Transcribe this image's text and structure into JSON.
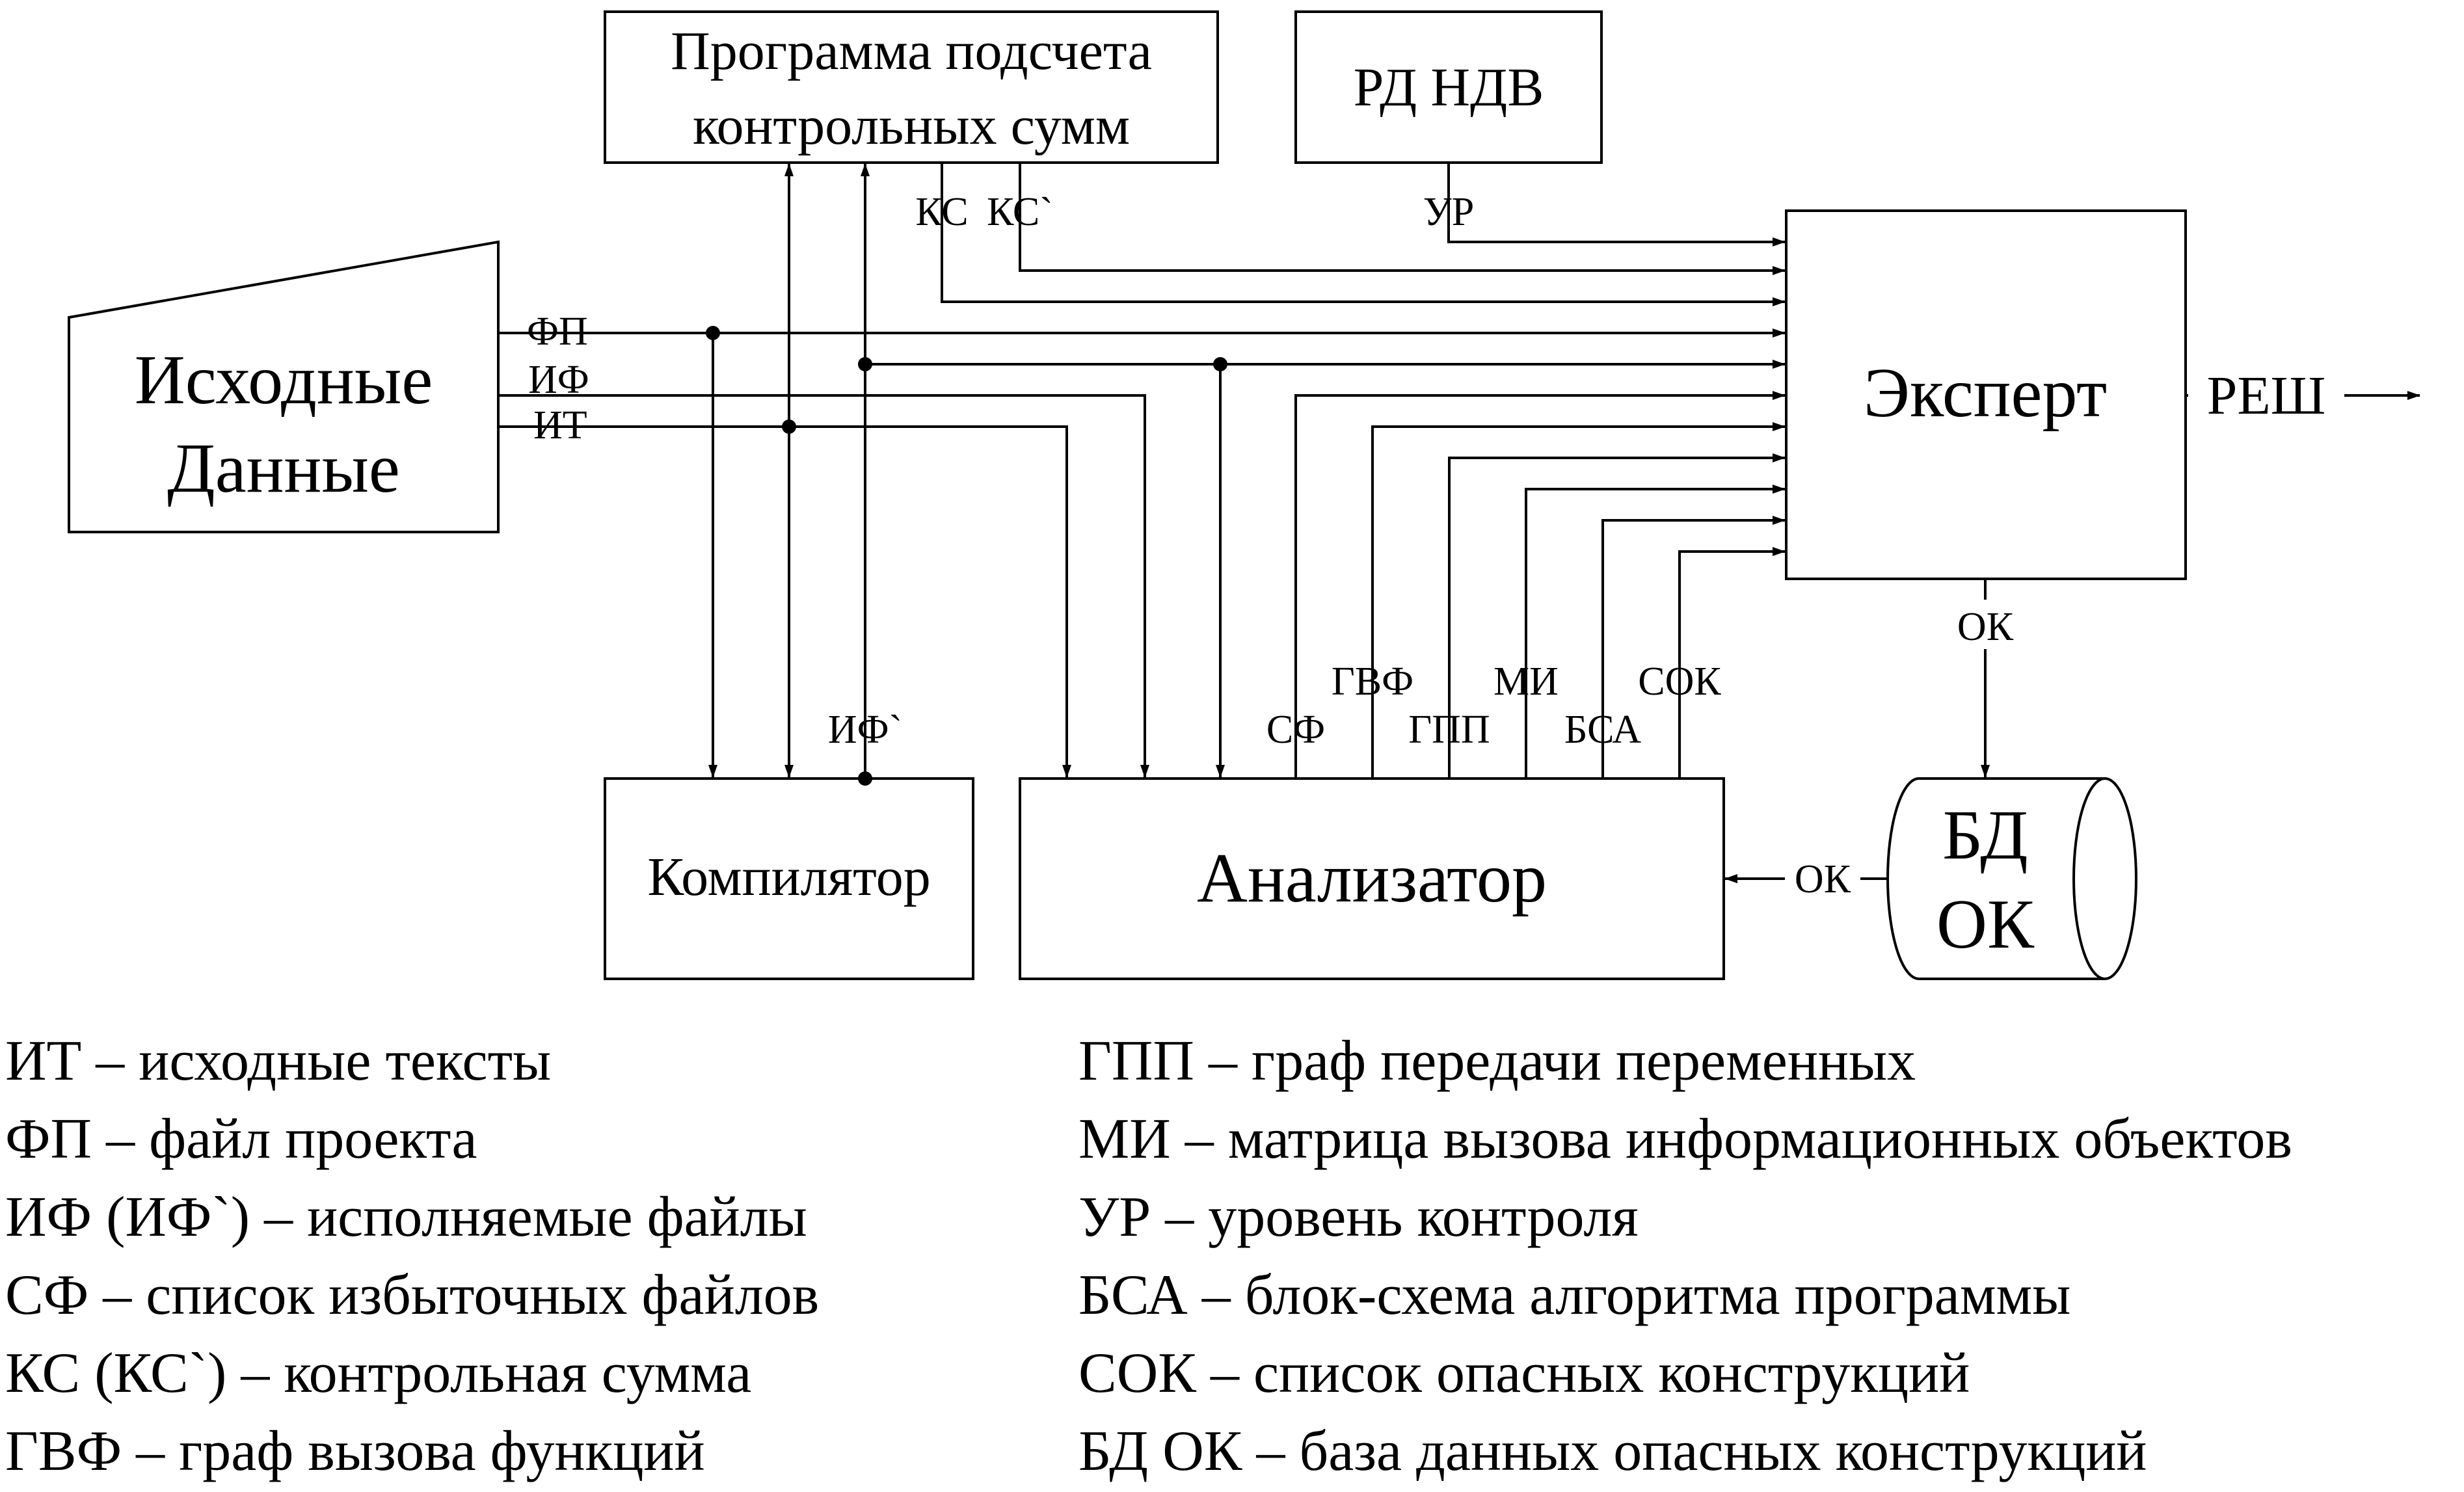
{
  "blocks": {
    "checksum_program": [
      "Программа подсчета",
      "контрольных сумм"
    ],
    "rd_ndv": "РД НДВ",
    "source_data": [
      "Исходные",
      "Данные"
    ],
    "expert": "Эксперт",
    "compiler": "Компилятор",
    "analyzer": "Анализатор",
    "db_ok": [
      "БД",
      "ОК"
    ]
  },
  "signals": {
    "ks": "КС",
    "ks_prime": "КС`",
    "ur": "УР",
    "fp": "ФП",
    "if": "ИФ",
    "it": "ИТ",
    "if_prime": "ИФ`",
    "sf": "СФ",
    "gvf": "ГВФ",
    "gpp": "ГПП",
    "mi": "МИ",
    "bsa": "БСА",
    "sok": "СОК",
    "ok": "ОК",
    "resh": "РЕШ"
  },
  "legend": {
    "left": [
      "ИТ – исходные тексты",
      "ФП – файл проекта",
      "ИФ (ИФ`) – исполняемые файлы",
      "СФ – список избыточных файлов",
      "КС (КС`) – контрольная сумма",
      "ГВФ – граф вызова функций"
    ],
    "right": [
      "ГПП – граф передачи переменных",
      "МИ – матрица вызова информационных объектов",
      "УР – уровень контроля",
      "БСА – блок-схема алгоритма программы",
      "СОК – список опасных конструкций",
      "БД ОК – база данных опасных конструкций"
    ]
  }
}
